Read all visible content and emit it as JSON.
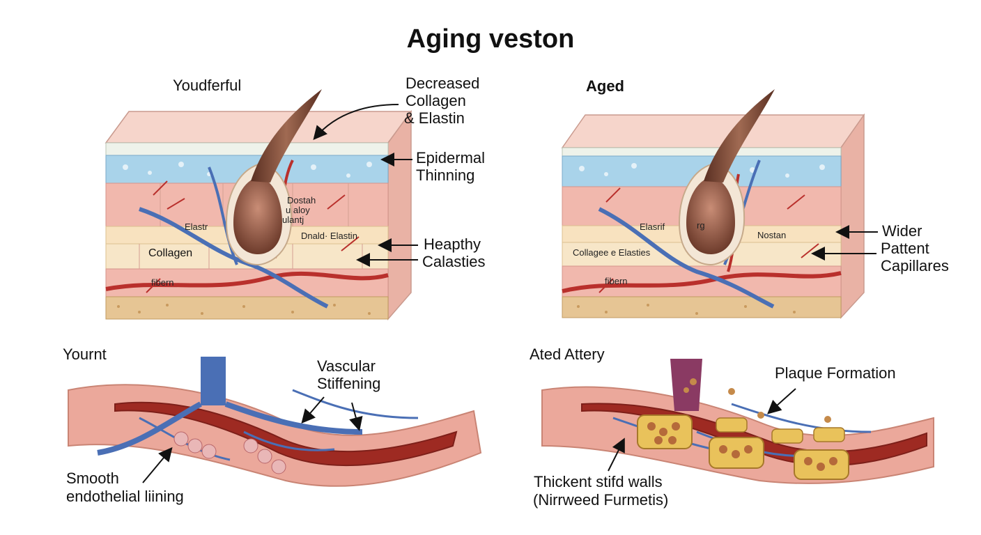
{
  "title": "Aging veston",
  "panels": {
    "young_skin": "Youdferful",
    "aged_skin": "Aged",
    "young_artery": "Yournt",
    "aged_artery": "Ated Attery"
  },
  "callouts": {
    "collagen_1": "Decreased",
    "collagen_2": "Collagen",
    "collagen_3": "& Elastin",
    "epidermal_1": "Epidermal",
    "epidermal_2": "Thinning",
    "heapthy_1": "Heapthy",
    "heapthy_2": "Calasties",
    "wider_1": "Wider",
    "wider_2": "Pattent",
    "wider_3": "Capillares",
    "vascular_1": "Vascular",
    "vascular_2": "Stiffening",
    "smooth_1": "Smooth",
    "smooth_2": "endothelial liining",
    "plaque": "Plaque Formation",
    "thick_1": "Thickent stifd walls",
    "thick_2": "(Nirrweed Furmetis)"
  },
  "inner_labels": {
    "young": {
      "elastr": "Elastr",
      "collagen": "Collagen",
      "fibern": "fibern",
      "dnald_elastin": "Dnald· Elastin",
      "dostah_1": "Dostah",
      "dostah_2": "u aloy",
      "dostah_3": "ulantj"
    },
    "aged": {
      "elasrif": "Elasrif",
      "collagee": "Collagee e Elasties",
      "fibern": "fibern",
      "nostan": "Nostan",
      "follicle": "rg"
    }
  },
  "colors": {
    "epidermis": "#f3c8bf",
    "stratum": "#eef2ea",
    "papillary": "#a9d3ea",
    "dermis": "#f1b8ad",
    "collagen_band": "#f8e2bf",
    "hypodermis": "#e6c594",
    "artery": "#b9302c",
    "vein": "#4a6fb5",
    "vessel_wall": "#e8a89a",
    "lumen": "#9e2a22",
    "plaque": "#e9c25b"
  }
}
